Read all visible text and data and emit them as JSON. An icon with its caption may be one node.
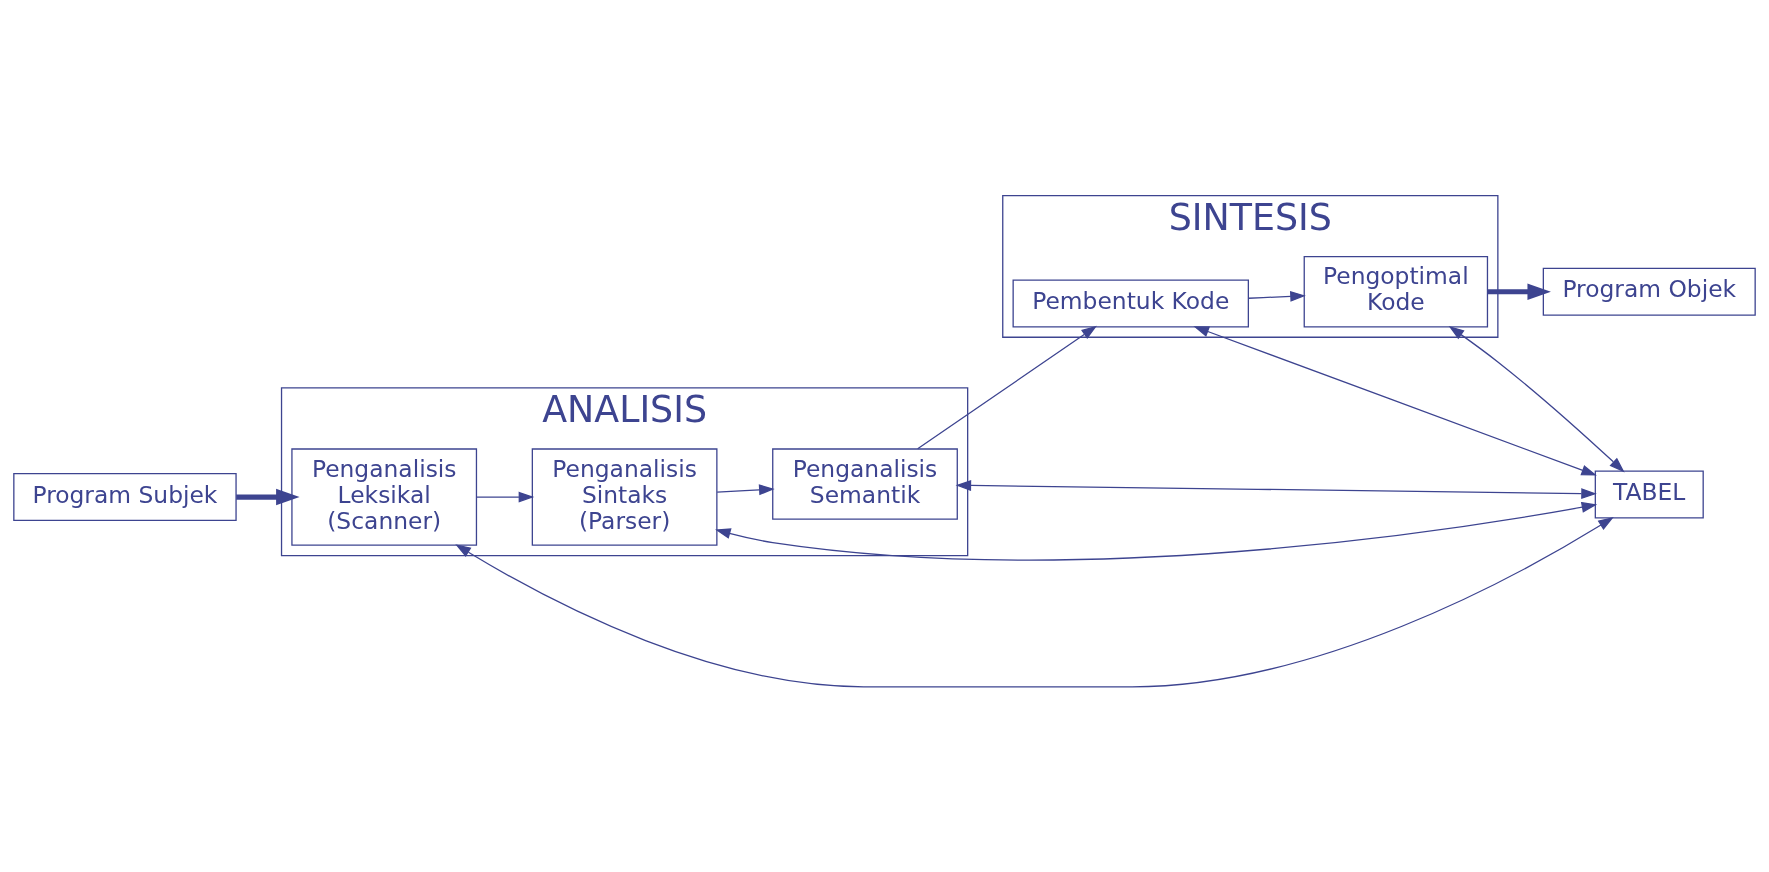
{
  "diagram": {
    "nodes": [
      {
        "text": [
          "Program Subjek"
        ]
      },
      {
        "text": [
          "ANALISIS"
        ]
      },
      {
        "text": [
          "Penganalisis Leksikal (Scanner)"
        ],
        "in": 1
      },
      {
        "text": [
          "Penganalisis Sintaks (Parser)"
        ],
        "in": 1
      },
      {
        "text": [
          "Penganalisis Semantik"
        ],
        "in": 1
      },
      {
        "text": [
          "SINTESIS"
        ]
      },
      {
        "text": [
          "Pembentuk Kode"
        ],
        "in": 5
      },
      {
        "text": [
          "Pengoptimal Kode"
        ],
        "in": 5
      },
      {
        "text": [
          "Program Objek"
        ]
      },
      {
        "text": [
          "TABEL"
        ]
      }
    ],
    "edges": [
      {
        "from": 0,
        "to": 2,
        "arrow": "to",
        "style": "thick"
      },
      {
        "from": 2,
        "to": 3,
        "arrow": "to"
      },
      {
        "from": 3,
        "to": 4,
        "arrow": "to"
      },
      {
        "from": 4,
        "to": 6,
        "arrow": "to"
      },
      {
        "from": 6,
        "to": 7,
        "arrow": "to"
      },
      {
        "from": 7,
        "to": 8,
        "arrow": "to",
        "style": "thick"
      },
      {
        "from": 2,
        "to": 9,
        "arrow": "both"
      },
      {
        "from": 3,
        "to": 9,
        "arrow": "both"
      },
      {
        "from": 4,
        "to": 9,
        "arrow": "both"
      },
      {
        "from": 6,
        "to": 9,
        "arrow": "both"
      },
      {
        "from": 7,
        "to": 9,
        "arrow": "both"
      }
    ]
  }
}
